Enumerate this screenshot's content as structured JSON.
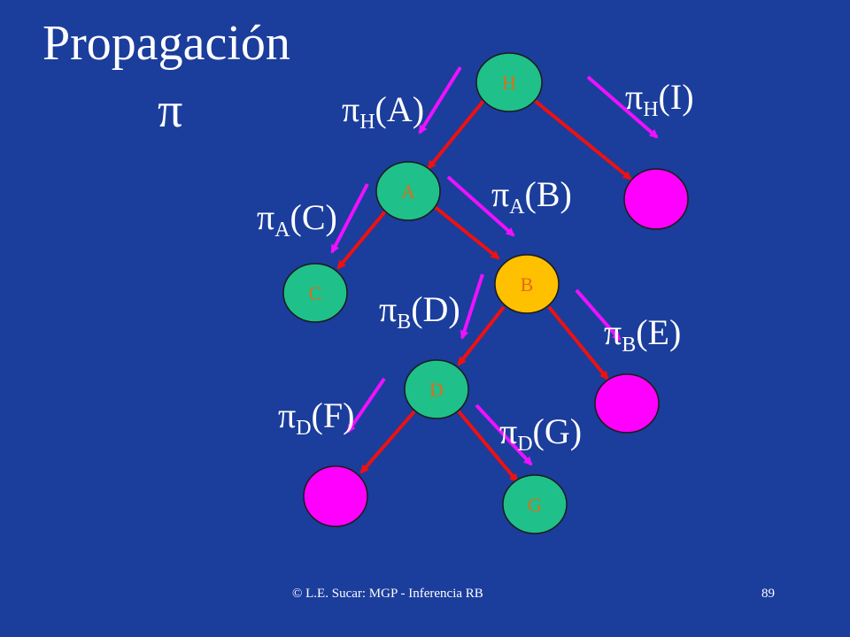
{
  "title": "Propagación",
  "title_symbol": "π",
  "colors": {
    "background": "#1b3d9c",
    "node_teal": "#1fc08a",
    "node_highlight": "#ffc000",
    "node_magenta": "#ff00ff",
    "tree_edge": "#ee1111",
    "message_arrow": "#ee11ff",
    "node_label": "#e06c1a"
  },
  "nodes": [
    {
      "id": "H",
      "label": "H"
    },
    {
      "id": "A",
      "label": "A"
    },
    {
      "id": "I",
      "label": ""
    },
    {
      "id": "C",
      "label": "C"
    },
    {
      "id": "B",
      "label": "B"
    },
    {
      "id": "D",
      "label": "D"
    },
    {
      "id": "E",
      "label": ""
    },
    {
      "id": "F",
      "label": ""
    },
    {
      "id": "G",
      "label": "G"
    }
  ],
  "messages": [
    {
      "id": "H-A",
      "symbol": "π",
      "sub": "H",
      "arg": "(A)"
    },
    {
      "id": "H-I",
      "symbol": "π",
      "sub": "H",
      "arg": "(I)"
    },
    {
      "id": "A-C",
      "symbol": "π",
      "sub": "A",
      "arg": "(C)"
    },
    {
      "id": "A-B",
      "symbol": "π",
      "sub": "A",
      "arg": "(B)"
    },
    {
      "id": "B-D",
      "symbol": "π",
      "sub": "B",
      "arg": "(D)"
    },
    {
      "id": "B-E",
      "symbol": "π",
      "sub": "B",
      "arg": "(E)"
    },
    {
      "id": "D-F",
      "symbol": "π",
      "sub": "D",
      "arg": "(F)"
    },
    {
      "id": "D-G",
      "symbol": "π",
      "sub": "D",
      "arg": "(G)"
    }
  ],
  "footer": {
    "credit": "© L.E. Sucar: MGP - Inferencia RB",
    "page": "89"
  }
}
